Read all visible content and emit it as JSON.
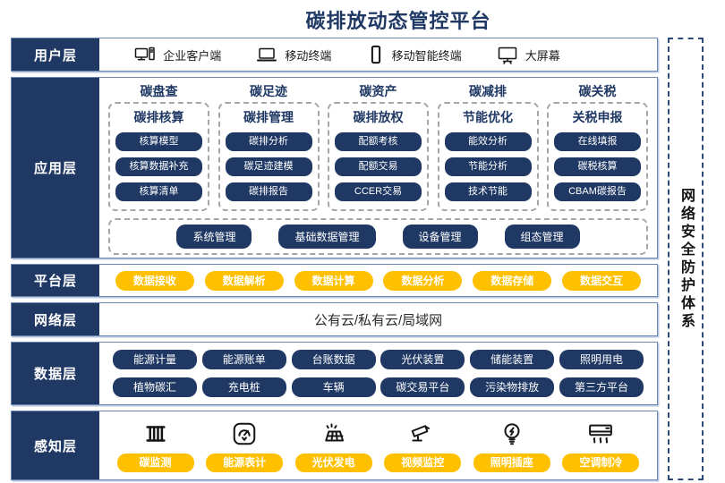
{
  "title": "碳排放动态管控平台",
  "colors": {
    "navy": "#1f3864",
    "orange": "#ffc000",
    "row_border": "#6b88b5",
    "dashed_gray": "#a6a6a6",
    "security_dash": "#2e4a7a"
  },
  "security": {
    "label": "网络安全防护体系"
  },
  "user_layer": {
    "label": "用户层",
    "items": [
      {
        "icon": "desktop-pc-icon",
        "label": "企业客户端"
      },
      {
        "icon": "laptop-icon",
        "label": "移动终端"
      },
      {
        "icon": "smartphone-icon",
        "label": "移动智能终端"
      },
      {
        "icon": "big-screen-icon",
        "label": "大屏幕"
      }
    ]
  },
  "app_layer": {
    "label": "应用层",
    "columns": [
      {
        "header": "碳盘查",
        "title": "碳排核算",
        "items": [
          "核算模型",
          "核算数据补充",
          "核算清单"
        ]
      },
      {
        "header": "碳足迹",
        "title": "碳排管理",
        "items": [
          "碳排分析",
          "碳足迹建模",
          "碳排报告"
        ]
      },
      {
        "header": "碳资产",
        "title": "碳排放权",
        "items": [
          "配额考核",
          "配额交易",
          "CCER交易"
        ]
      },
      {
        "header": "碳减排",
        "title": "节能优化",
        "items": [
          "能效分析",
          "节能分析",
          "技术节能"
        ]
      },
      {
        "header": "碳关税",
        "title": "关税申报",
        "items": [
          "在线填报",
          "碳税核算",
          "CBAM碳报告"
        ]
      }
    ],
    "management": [
      "系统管理",
      "基础数据管理",
      "设备管理",
      "组态管理"
    ]
  },
  "platform_layer": {
    "label": "平台层",
    "items": [
      "数据接收",
      "数据解析",
      "数据计算",
      "数据分析",
      "数据存储",
      "数据交互"
    ]
  },
  "network_layer": {
    "label": "网络层",
    "text": "公有云/私有云/局域网"
  },
  "data_layer": {
    "label": "数据层",
    "row1": [
      "能源计量",
      "能源账单",
      "台账数据",
      "光伏装置",
      "储能装置",
      "照明用电"
    ],
    "row2": [
      "植物碳汇",
      "充电桩",
      "车辆",
      "碳交易平台",
      "污染物排放",
      "第三方平台"
    ]
  },
  "perception_layer": {
    "label": "感知层",
    "items": [
      {
        "icon": "emission-stack-icon",
        "label": "碳监测"
      },
      {
        "icon": "gauge-meter-icon",
        "label": "能源表计"
      },
      {
        "icon": "solar-panel-icon",
        "label": "光伏发电"
      },
      {
        "icon": "cctv-camera-icon",
        "label": "视频监控"
      },
      {
        "icon": "light-bulb-icon",
        "label": "照明插座"
      },
      {
        "icon": "air-conditioner-icon",
        "label": "空调制冷"
      }
    ]
  }
}
